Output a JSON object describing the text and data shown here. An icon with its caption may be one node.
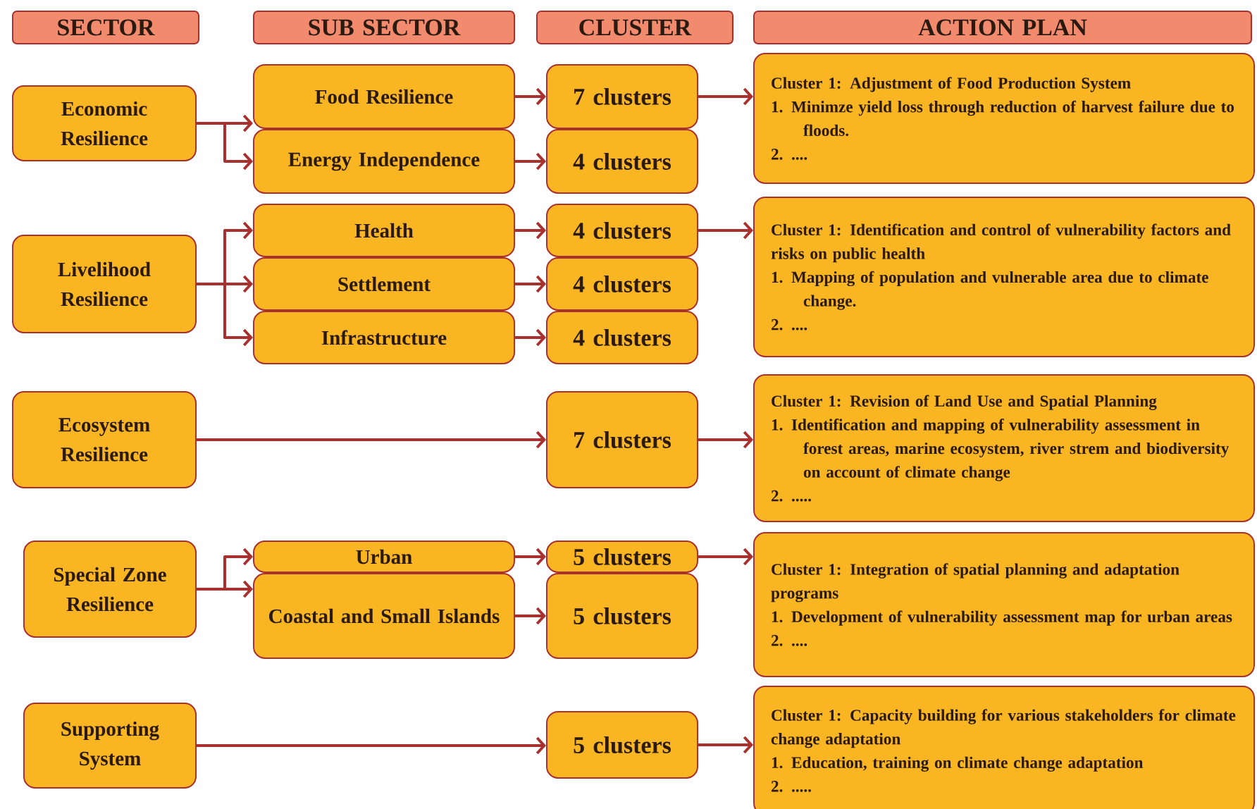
{
  "diagram": {
    "nodes": [
      {
        "text": [
          "SECTOR"
        ]
      },
      {
        "text": [
          "SUB SECTOR"
        ]
      },
      {
        "text": [
          "CLUSTER"
        ]
      },
      {
        "text": [
          "ACTION PLAN"
        ]
      },
      {
        "text": [
          "Economic Resilience"
        ]
      },
      {
        "text": [
          "Food Resilience"
        ]
      },
      {
        "text": [
          "Energy Independence"
        ]
      },
      {
        "text": [
          "7 clusters"
        ]
      },
      {
        "text": [
          "4 clusters"
        ]
      },
      {
        "text": [
          "Cluster 1: Adjustment of Food Production System",
          "1. Minimze yield loss through reduction of harvest failure due to floods.",
          "2. ...."
        ]
      },
      {
        "text": [
          "Livelihood Resilience"
        ]
      },
      {
        "text": [
          "Health"
        ]
      },
      {
        "text": [
          "Settlement"
        ]
      },
      {
        "text": [
          "Infrastructure"
        ]
      },
      {
        "text": [
          "4 clusters"
        ]
      },
      {
        "text": [
          "4 clusters"
        ]
      },
      {
        "text": [
          "4 clusters"
        ]
      },
      {
        "text": [
          "Cluster 1: Identification and control of vulnerability factors and risks on public health",
          "1. Mapping of population and vulnerable area due to climate change.",
          "2. ...."
        ]
      },
      {
        "text": [
          "Ecosystem Resilience"
        ]
      },
      {
        "text": [
          "7 clusters"
        ]
      },
      {
        "text": [
          "Cluster 1: Revision of Land Use and Spatial Planning",
          "1. Identification and mapping of vulnerability assessment in forest areas, marine ecosystem, river strem and biodiversity on account of climate change",
          "2. ....."
        ]
      },
      {
        "text": [
          "Special Zone Resilience"
        ]
      },
      {
        "text": [
          "Urban"
        ]
      },
      {
        "text": [
          "Coastal and Small Islands"
        ]
      },
      {
        "text": [
          "5 clusters"
        ]
      },
      {
        "text": [
          "5 clusters"
        ]
      },
      {
        "text": [
          "Cluster 1: Integration of spatial planning and adaptation programs",
          "1. Development of vulnerability assessment map for urban areas",
          "2. ...."
        ]
      },
      {
        "text": [
          "Supporting System"
        ]
      },
      {
        "text": [
          "5 clusters"
        ]
      },
      {
        "text": [
          "Cluster 1: Capacity building for various stakeholders for climate change adaptation",
          "1. Education, training on climate change adaptation",
          "2. ....."
        ]
      }
    ],
    "edges": [
      {
        "from": 4,
        "to": 5,
        "arrow": "to"
      },
      {
        "from": 4,
        "to": 6,
        "arrow": "to"
      },
      {
        "from": 5,
        "to": 7,
        "arrow": "to"
      },
      {
        "from": 6,
        "to": 8,
        "arrow": "to"
      },
      {
        "from": 7,
        "to": 9,
        "arrow": "to"
      },
      {
        "from": 10,
        "to": 11,
        "arrow": "to"
      },
      {
        "from": 10,
        "to": 12,
        "arrow": "to"
      },
      {
        "from": 10,
        "to": 13,
        "arrow": "to"
      },
      {
        "from": 11,
        "to": 14,
        "arrow": "to"
      },
      {
        "from": 12,
        "to": 15,
        "arrow": "to"
      },
      {
        "from": 13,
        "to": 16,
        "arrow": "to"
      },
      {
        "from": 14,
        "to": 17,
        "arrow": "to"
      },
      {
        "from": 18,
        "to": 19,
        "arrow": "to"
      },
      {
        "from": 19,
        "to": 20,
        "arrow": "to"
      },
      {
        "from": 21,
        "to": 22,
        "arrow": "to"
      },
      {
        "from": 21,
        "to": 23,
        "arrow": "to"
      },
      {
        "from": 22,
        "to": 24,
        "arrow": "to"
      },
      {
        "from": 23,
        "to": 25,
        "arrow": "to"
      },
      {
        "from": 24,
        "to": 26,
        "arrow": "to"
      },
      {
        "from": 27,
        "to": 28,
        "arrow": "to"
      },
      {
        "from": 28,
        "to": 29,
        "arrow": "to"
      }
    ]
  }
}
